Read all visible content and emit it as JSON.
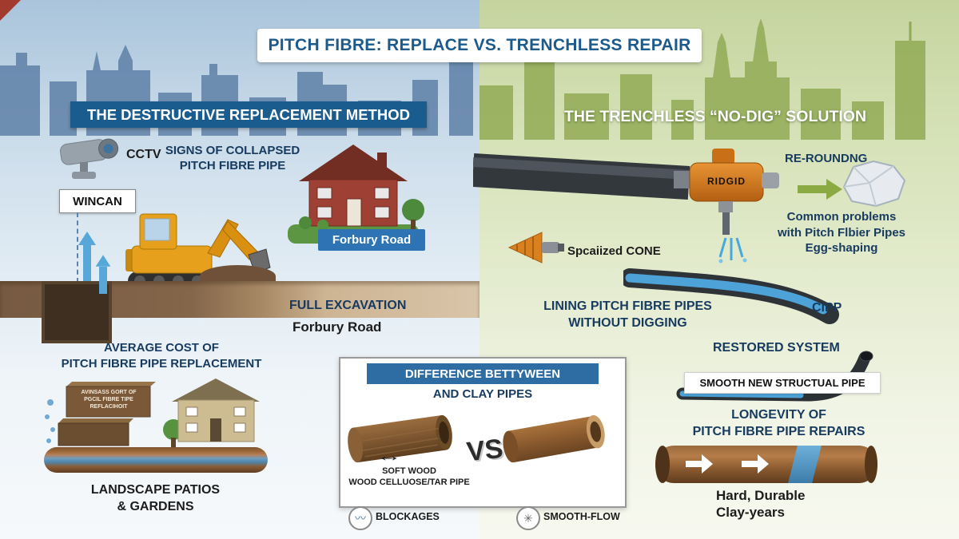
{
  "title": "PITCH FIBRE: REPLACE VS. TRENCHLESS REPAIR",
  "left": {
    "header": "THE DESTRUCTIVE REPLACEMENT METHOD",
    "cctv_label": "CCTV",
    "wincan_label": "WINCAN",
    "signs_line1": "SIGNS OF COLLAPSED",
    "signs_line2": "PITCH FIBRE PIPE",
    "house_badge": "Forbury Road",
    "full_excavation": "FULL EXCAVATION",
    "street_label": "Forbury Road",
    "avg_cost_line1": "AVERAGE COST OF",
    "avg_cost_line2": "PITCH FIBRE PIPE REPLACEMENT",
    "pipe_text_line1": "AVINSASS GORT OF",
    "pipe_text_line2": "PGCIL FIBRE TIPE",
    "pipe_text_line3": "REFLACIHOIT",
    "landscape_line1": "LANDSCAPE PATIOS",
    "landscape_line2": "& GARDENS"
  },
  "center": {
    "diff_header": "DIFFERENCE BETTYWEEN",
    "diff_sub": "AND CLAY PIPES",
    "soft_wood_line1": "SOFT WOOD",
    "soft_wood_line2": "WOOD CELLUOSE/TAR PIPE",
    "vs": "VS",
    "blockages": "BLOCKAGES",
    "smooth_flow": "SMOOTH-FLOW"
  },
  "right": {
    "header": "THE TRENCHLESS “NO-DIG” SOLUTION",
    "re_rounding": "RE-ROUNDNG",
    "ridgid": "RIDGID",
    "problems_line1": "Common problems",
    "problems_line2": "with Pitch Flbier Pipes",
    "problems_line3": "Egg-shaping",
    "cone_label": "Spcaiized CONE",
    "lining_line1": "LINING PITCH FIBRE PIPES",
    "lining_line2": "WITHOUT DIGGING",
    "cipp": "CIPP",
    "restored": "RESTORED SYSTEM",
    "smooth_pipe": "SMOOTH NEW STRUCTUAL PIPE",
    "longevity_line1": "LONGEVITY OF",
    "longevity_line2": "PITCH FIBRE PIPE REPAIRS",
    "durable_line1": "Hard, Durable",
    "durable_line2": "Clay-years"
  },
  "icons": {
    "double_arrow": "↔",
    "wave": "〰",
    "fan": "✳"
  },
  "colors": {
    "left_bg": "#c7d9e8",
    "right_bg": "#d4e0b4",
    "accent_navy": "#173a5f",
    "banner_blue": "#2e6da4",
    "header_blue": "#1b5c8f",
    "ground_brown": "#84664a",
    "liner_blue": "#4da3d8",
    "tool_orange": "#d9801f"
  }
}
